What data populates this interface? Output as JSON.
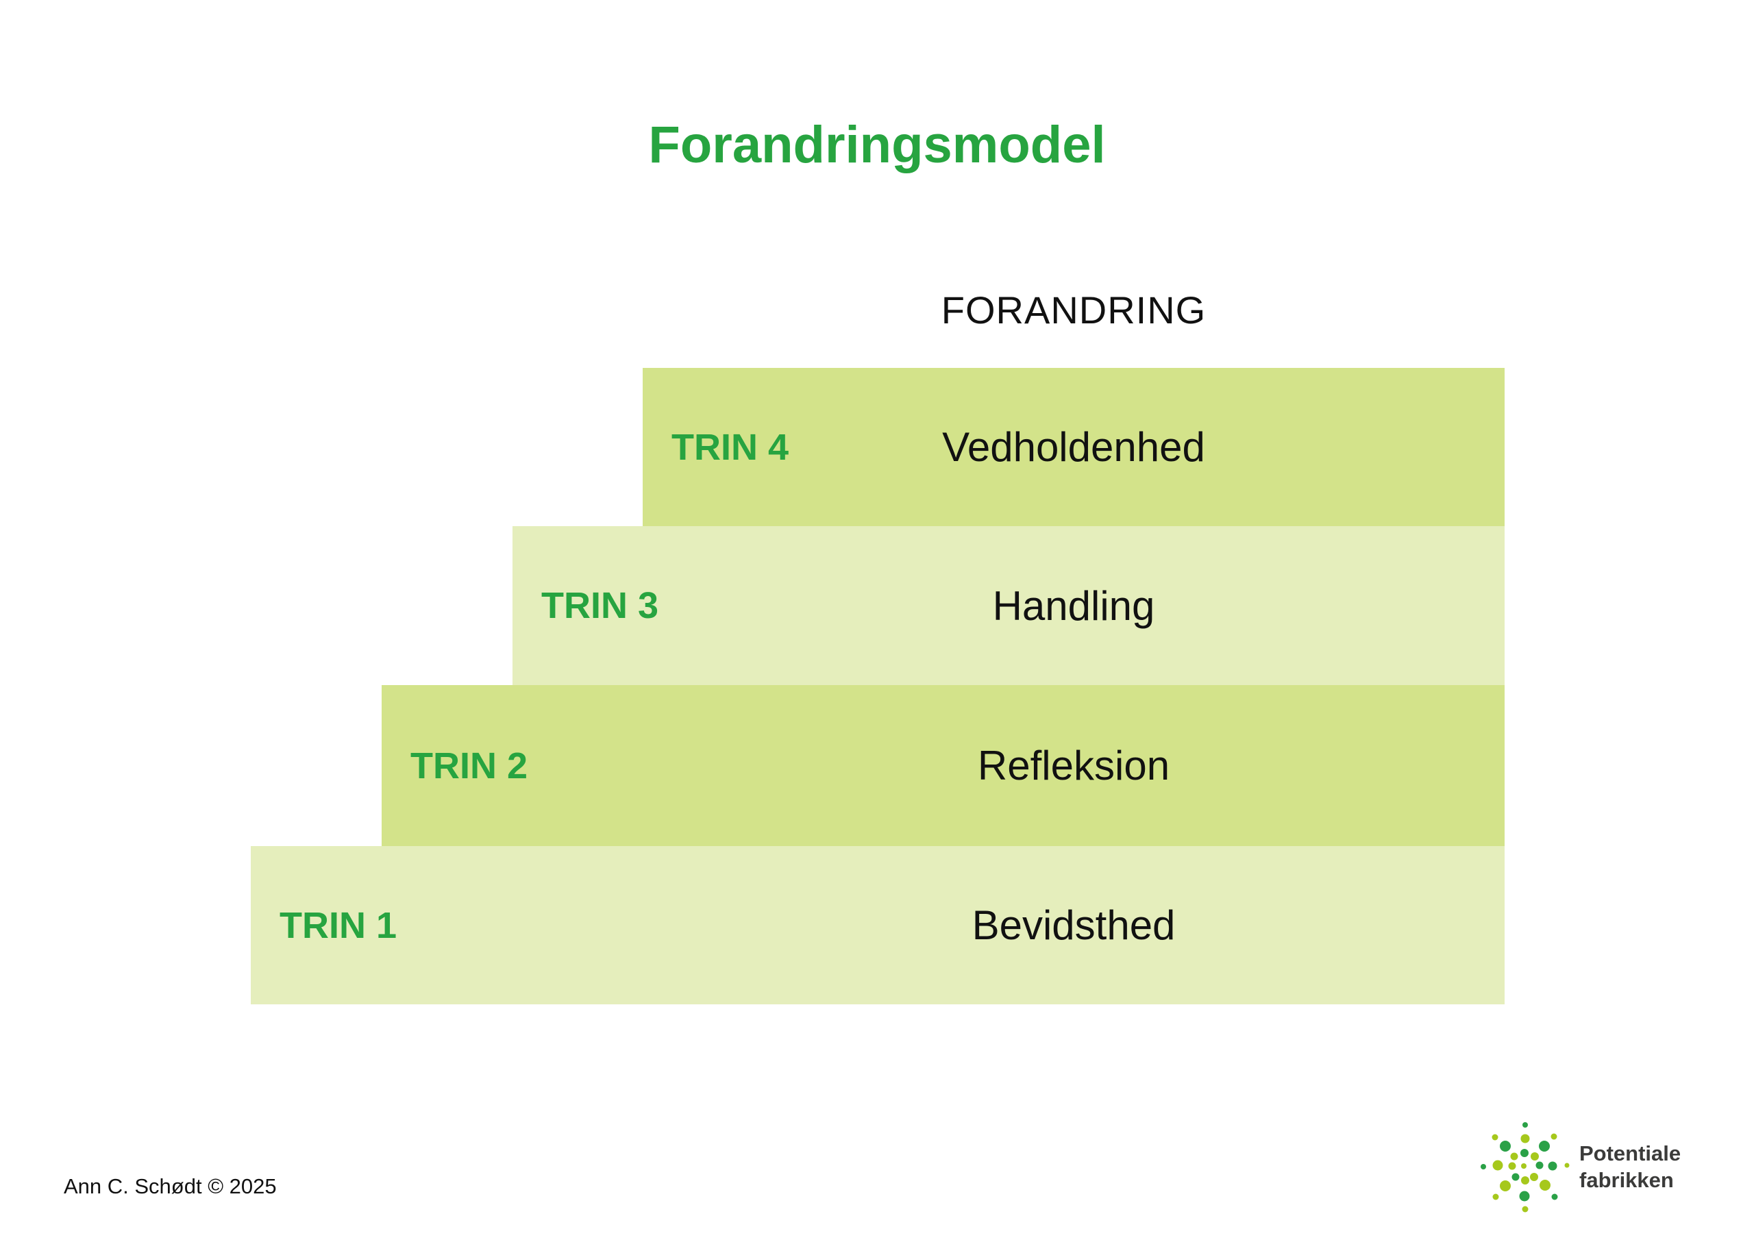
{
  "page": {
    "title": "Forandringsmodel"
  },
  "diagram": {
    "label": "FORANDRING",
    "steps": [
      {
        "step_label": "TRIN 4",
        "name": "Vedholdenhed"
      },
      {
        "step_label": "TRIN 3",
        "name": "Handling"
      },
      {
        "step_label": "TRIN 2",
        "name": "Refleksion"
      },
      {
        "step_label": "TRIN 1",
        "name": "Bevidsthed"
      }
    ]
  },
  "footer": {
    "copyright": "Ann C. Schødt © 2025",
    "logo": {
      "line1": "Potentiale",
      "line2": "fabrikken"
    }
  },
  "colors": {
    "accent_green": "#27a440",
    "band_dark": "#d3e38a",
    "band_light": "#e5eebc",
    "text_black": "#111111",
    "logo_text": "#3b3b3a",
    "logo_dot_dark": "#2aa147",
    "logo_dot_light": "#a6c81c"
  }
}
